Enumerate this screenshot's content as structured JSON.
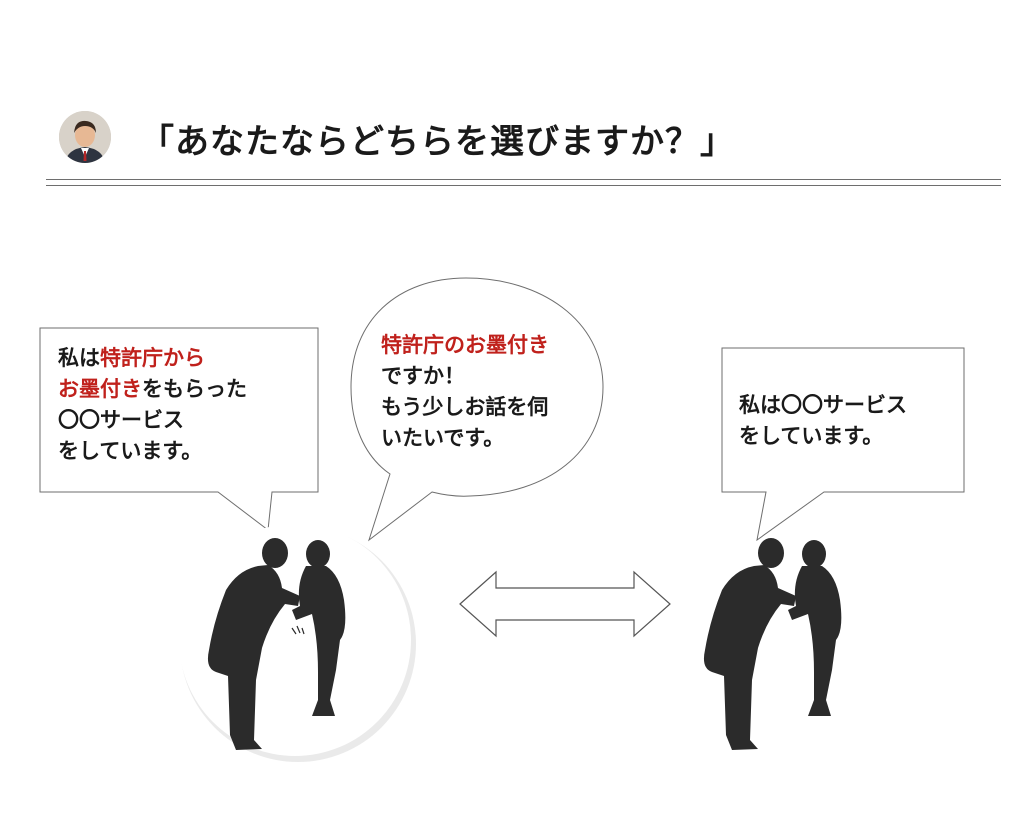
{
  "header": {
    "title": "「あなたならどちらを選びますか？」"
  },
  "left_callout": {
    "line1_plain": "私は",
    "line1_highlight": "特許庁から",
    "line2_highlight": "お墨付き",
    "line2_plain": "をもらった",
    "line3": "〇〇サービス",
    "line4": "をしています。"
  },
  "middle_bubble": {
    "line1_highlight": "特許庁のお墨付き",
    "line2": "ですか！",
    "line3": "もう少しお話を伺",
    "line4": "いたいです。"
  },
  "right_callout": {
    "line1": "私は〇〇サービス",
    "line2": "をしています。"
  },
  "colors": {
    "highlight": "#c0211c",
    "silhouette": "#2b2b2b",
    "text": "#1a1a1a"
  },
  "icons": [
    "double-arrow-icon",
    "bowing-businessmen-silhouette",
    "presenter-avatar"
  ]
}
